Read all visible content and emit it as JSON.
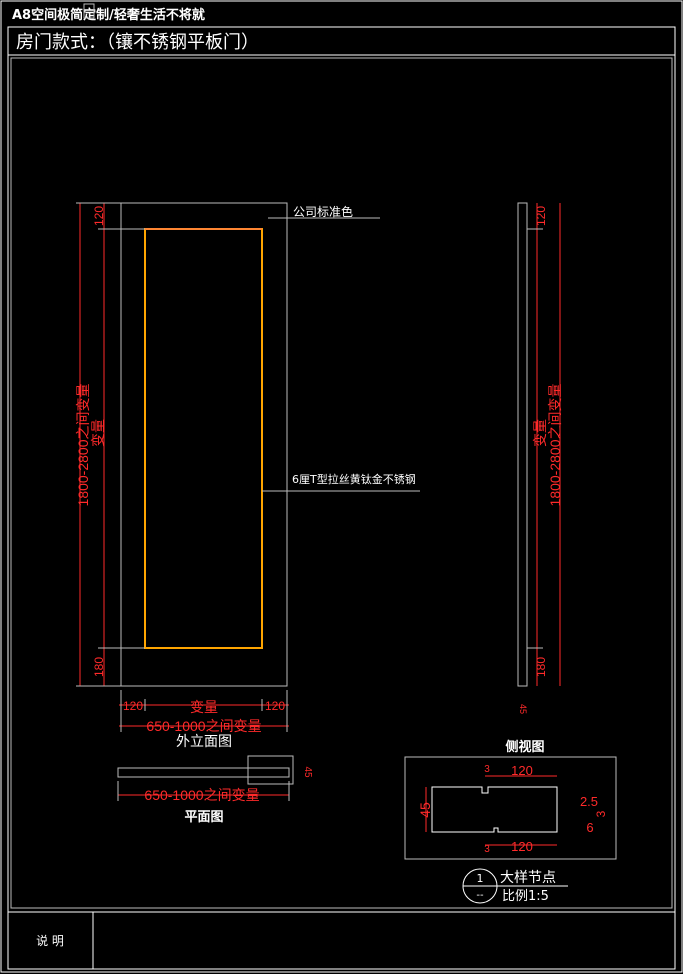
{
  "header": {
    "caption": "A8空间极简定制/轻奢生活不将就",
    "title": "房门款式：（镶不锈钢平板门）"
  },
  "front": {
    "label_color": "公司标准色",
    "label_steel": "6厘T型拉丝黄钛金不锈钢",
    "dim_top": "120",
    "dim_bottom": "180",
    "dim_height_a": "1800-2800之间变量",
    "dim_height_b": "变量",
    "dim_left": "120",
    "dim_mid": "变量",
    "dim_right": "120",
    "dim_width": "650-1000之间变量",
    "caption": "外立面图"
  },
  "plan": {
    "dim_width": "650-1000之间变量",
    "dim_thick": "45",
    "caption": "平面图"
  },
  "side": {
    "dim_top": "120",
    "dim_height_a": "1800-2800之间变量",
    "dim_height_b": "变量",
    "dim_bottom": "180",
    "dim_thick": "45",
    "caption": "侧视图"
  },
  "detail": {
    "dim_top_120": "120",
    "dim_bot_120": "120",
    "dim_small_top": "3",
    "dim_small_bot": "3",
    "dim_45": "45",
    "dim_25": "2.5",
    "dim_6": "6",
    "dim_3": "3",
    "marker_num": "1",
    "marker_dash": "--",
    "caption": "大样节点",
    "scale": "比例1:5"
  },
  "footer": {
    "label": "说 明"
  }
}
